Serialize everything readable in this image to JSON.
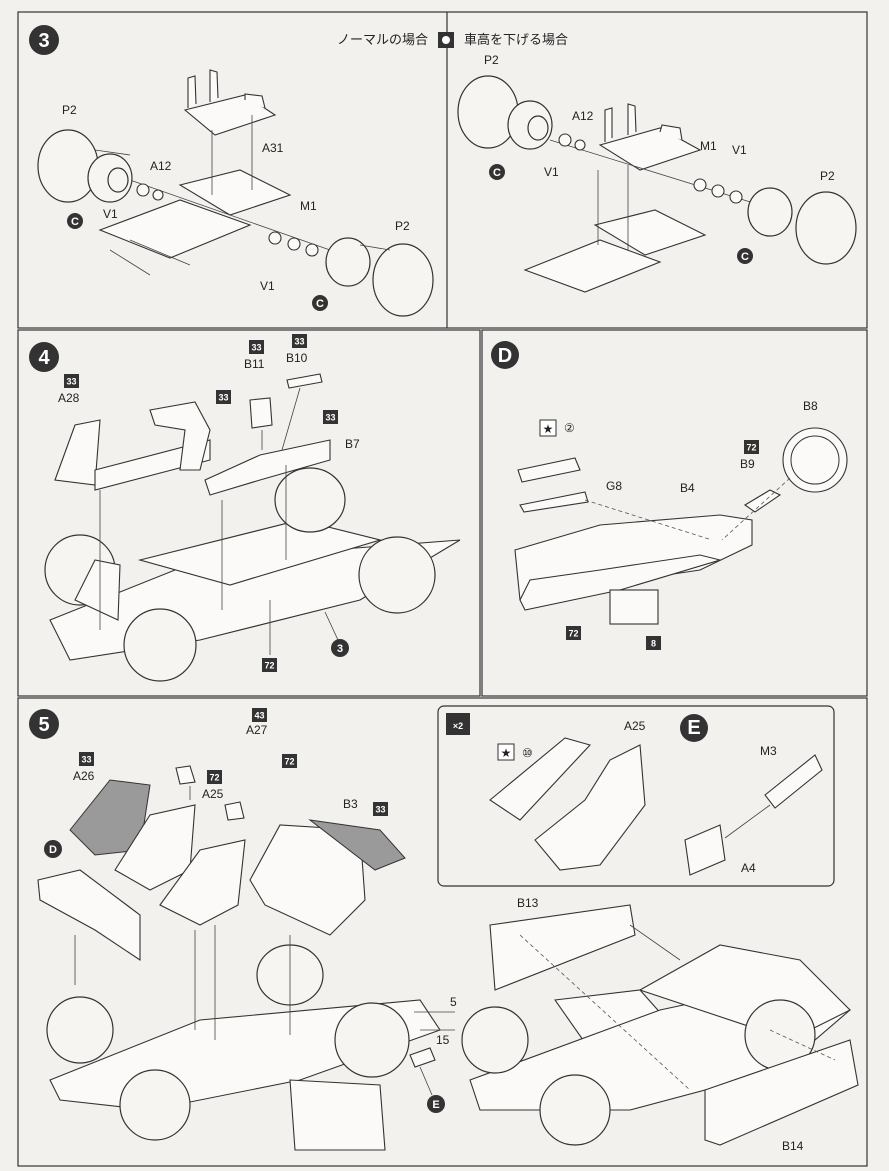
{
  "steps": {
    "s3": {
      "number": "3",
      "option_normal": "ノーマルの場合",
      "option_lowered": "車高を下げる場合",
      "labels": {
        "p2_a": "P2",
        "a12_a": "A12",
        "a31": "A31",
        "v1_a": "V1",
        "m1_a": "M1",
        "p2_b": "P2",
        "v1_b": "V1",
        "p2_c": "P2",
        "a12_b": "A12",
        "m1_b": "M1",
        "v1_c": "V1",
        "v1_d": "V1",
        "p2_d": "P2"
      },
      "circ_c": "C"
    },
    "s4": {
      "number": "4",
      "labels": {
        "a28": "A28",
        "b11": "B11",
        "b10": "B10",
        "b7": "B7"
      },
      "paint": {
        "a28": "33",
        "b11": "33",
        "b10": "33",
        "tray": "33",
        "b7": "33",
        "chassis": "72"
      },
      "ref_step": "3"
    },
    "sD": {
      "letter": "D",
      "labels": {
        "star2": "②",
        "g8": "G8",
        "b4": "B4",
        "b8": "B8",
        "b9": "B9"
      },
      "paint": {
        "b9": "72",
        "dash": "72",
        "b8box": "8"
      }
    },
    "s5": {
      "number": "5",
      "labels": {
        "a27": "A27",
        "a26": "A26",
        "a25": "A25",
        "b3": "B3",
        "n5": "5",
        "n15": "15",
        "b13": "B13",
        "b14": "B14"
      },
      "paint": {
        "a27": "43",
        "a26": "33",
        "a25": "72",
        "rear": "72",
        "b3": "33"
      },
      "ref_d": "D",
      "ref_e": "E"
    },
    "sub": {
      "multiplier": "×2",
      "labels": {
        "star10": "⑩",
        "a25": "A25",
        "m3": "M3",
        "a4": "A4"
      },
      "ref_e": "E"
    }
  }
}
